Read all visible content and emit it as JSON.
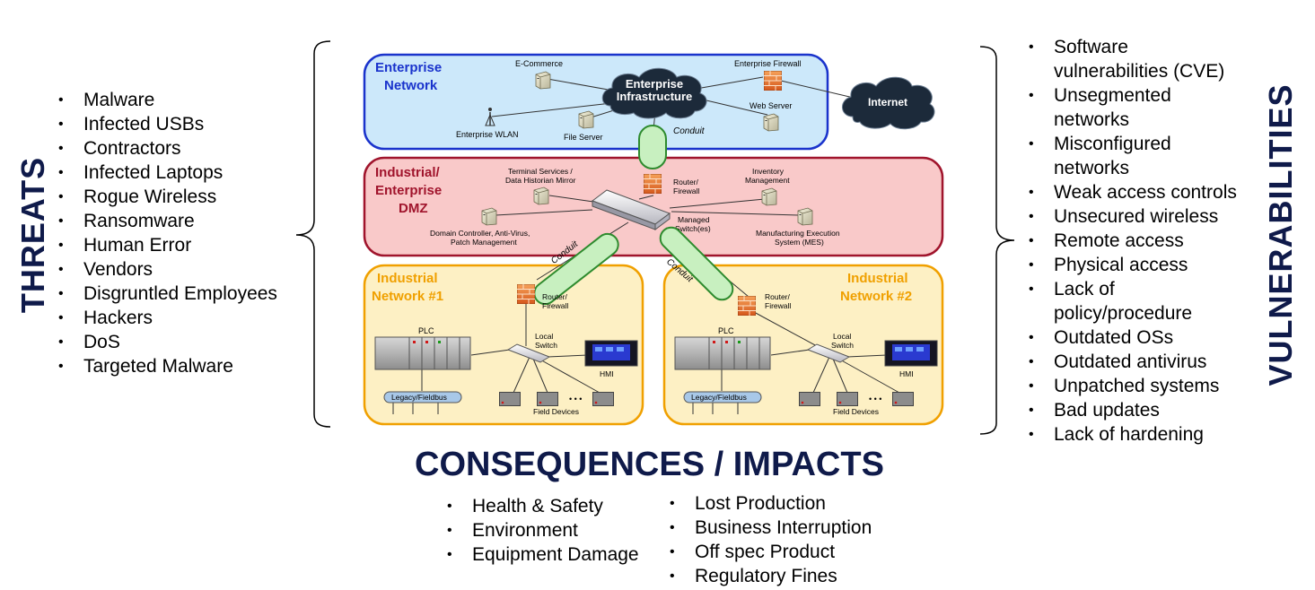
{
  "threats": {
    "title": "THREATS",
    "items": [
      "Malware",
      "Infected USBs",
      "Contractors",
      "Infected Laptops",
      "Rogue Wireless",
      "Ransomware",
      "Human Error",
      "Vendors",
      "Disgruntled Employees",
      "Hackers",
      "DoS",
      "Targeted Malware"
    ]
  },
  "vulnerabilities": {
    "title": "VULNERABILITIES",
    "items": [
      "Software vulnerabilities (CVE)",
      "Unsegmented networks",
      "Misconfigured networks",
      "Weak access controls",
      "Unsecured wireless",
      "Remote access",
      "Physical access",
      "Lack of policy/procedure",
      "Outdated OSs",
      "Outdated antivirus",
      "Unpatched systems",
      "Bad updates",
      "Lack of hardening"
    ]
  },
  "consequences": {
    "title": "CONSEQUENCES / IMPACTS",
    "left_items": [
      "Health & Safety",
      "Environment",
      "Equipment Damage"
    ],
    "right_items": [
      "Lost Production",
      "Business Interruption",
      "Off spec Product",
      "Regulatory Fines"
    ]
  },
  "diagram": {
    "enterprise": {
      "title_line1": "Enterprise",
      "title_line2": "Network",
      "ecommerce": "E-Commerce",
      "infra_line1": "Enterprise",
      "infra_line2": "Infrastructure",
      "firewall": "Enterprise Firewall",
      "internet": "Internet",
      "web_server": "Web Server",
      "wlan": "Enterprise WLAN",
      "file_server": "File Server",
      "conduit": "Conduit"
    },
    "dmz": {
      "title_line1": "Industrial/",
      "title_line2": "Enterprise",
      "title_line3": "DMZ",
      "terminal_line1": "Terminal Services /",
      "terminal_line2": "Data Historian Mirror",
      "router_line1": "Router/",
      "router_line2": "Firewall",
      "inventory_line1": "Inventory",
      "inventory_line2": "Management",
      "switch_line1": "Managed",
      "switch_line2": "Switch(es)",
      "dc_line1": "Domain Controller, Anti-Virus,",
      "dc_line2": "Patch Management",
      "mes_line1": "Manufacturing Execution",
      "mes_line2": "System (MES)"
    },
    "conduit_left": "Conduit",
    "conduit_right": "Conduit",
    "net1": {
      "title_line1": "Industrial",
      "title_line2": "Network #1",
      "router_line1": "Router/",
      "router_line2": "Firewall",
      "plc": "PLC",
      "switch_line1": "Local",
      "switch_line2": "Switch",
      "hmi": "HMI",
      "legacy": "Legacy/Fieldbus",
      "field": "Field Devices",
      "dots": "• • •"
    },
    "net2": {
      "title_line1": "Industrial",
      "title_line2": "Network #2",
      "router_line1": "Router/",
      "router_line2": "Firewall",
      "plc": "PLC",
      "switch_line1": "Local",
      "switch_line2": "Switch",
      "hmi": "HMI",
      "legacy": "Legacy/Fieldbus",
      "field": "Field Devices",
      "dots": "• • •"
    },
    "colors": {
      "enterprise_fill": "#cce8fa",
      "enterprise_border": "#1a33cc",
      "dmz_fill": "#f9c9c9",
      "dmz_border": "#a0142c",
      "industrial_fill": "#fdf0c4",
      "industrial_border": "#f0a000",
      "conduit_fill": "#c8f0c0",
      "conduit_border": "#2e8b2e",
      "title_navy": "#0f1a4a"
    }
  }
}
